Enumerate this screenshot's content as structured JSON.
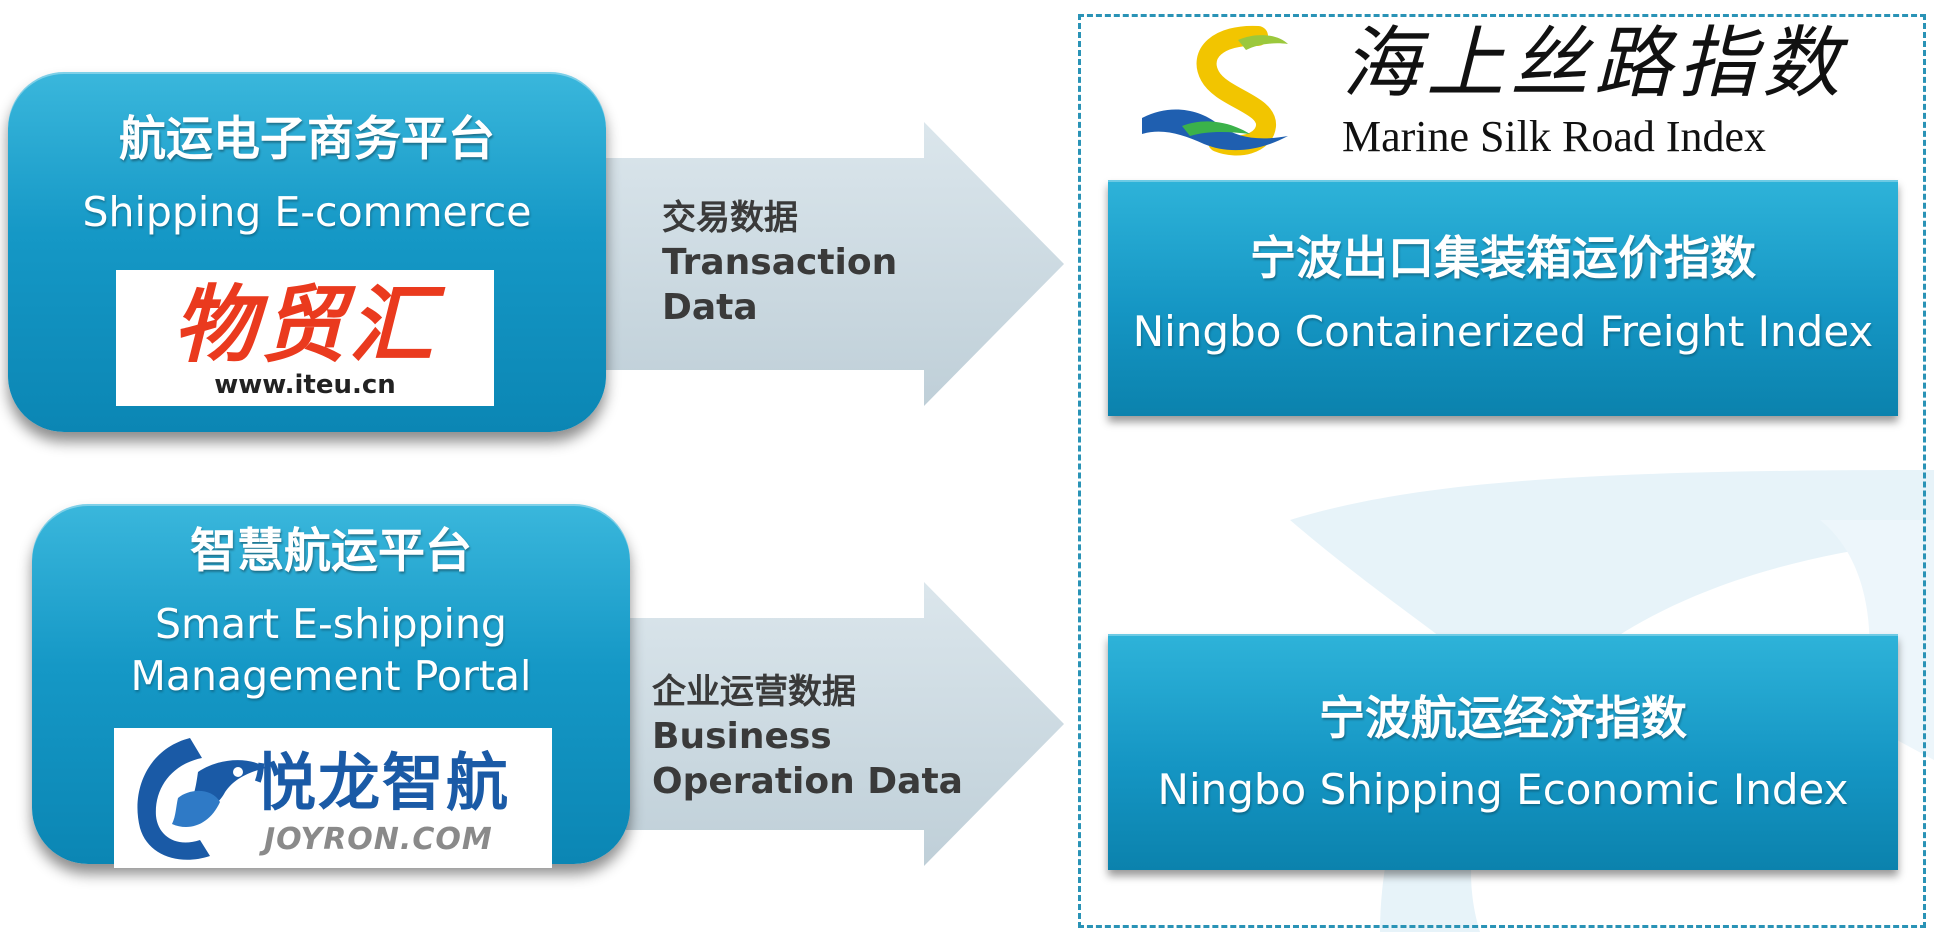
{
  "platforms": [
    {
      "title_zh": "航运电子商务平台",
      "title_en": "Shipping E-commerce",
      "logo_zh": "物贸汇",
      "logo_url": "www.iteu.cn"
    },
    {
      "title_zh": "智慧航运平台",
      "title_en_line1": "Smart E-shipping",
      "title_en_line2": "Management Portal",
      "logo_zh": "悦龙智航",
      "logo_url": "JOYRON.COM"
    }
  ],
  "flows": [
    {
      "label_zh": "交易数据",
      "label_en_line1": "Transaction",
      "label_en_line2": "Data"
    },
    {
      "label_zh": "企业运营数据",
      "label_en_line1": "Business",
      "label_en_line2": "Operation Data"
    }
  ],
  "brand": {
    "title_zh": "海上丝路指数",
    "title_en": "Marine Silk Road Index"
  },
  "indices": [
    {
      "title_zh": "宁波出口集装箱运价指数",
      "title_en": "Ningbo Containerized Freight Index"
    },
    {
      "title_zh": "宁波航运经济指数",
      "title_en": "Ningbo Shipping Economic Index"
    }
  ],
  "colors": {
    "box_blue": "#1598c6",
    "arrow_gray": "#c9d7df",
    "dashed_border": "#2a93b6",
    "logo_red": "#ea3a1e",
    "logo_blue": "#1a5aa6"
  }
}
